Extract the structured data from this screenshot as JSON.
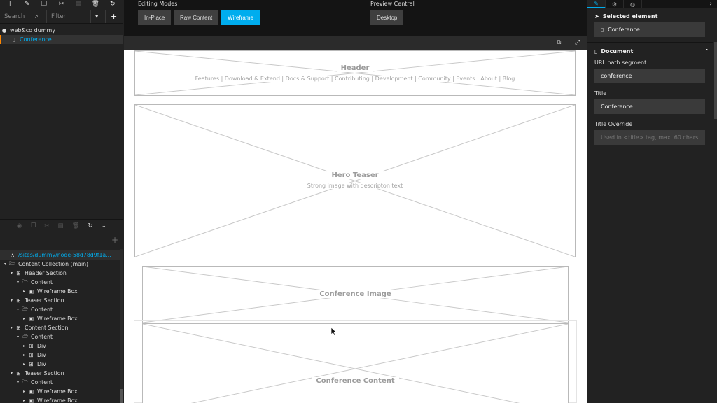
{
  "left": {
    "search_placeholder": "Search",
    "filter_placeholder": "Filter",
    "site_node": "web&co dummy",
    "page_node": "Conference"
  },
  "structure_tree": [
    {
      "label": "/sites/dummy/node-58d78d9f1a...",
      "depth": 0,
      "icon": "sitemap-icon",
      "arrow": ""
    },
    {
      "label": "Content Collection (main)",
      "depth": 0,
      "icon": "folder-open-icon",
      "arrow": "▾"
    },
    {
      "label": "Header Section",
      "depth": 1,
      "icon": "section-icon",
      "arrow": "▾"
    },
    {
      "label": "Content",
      "depth": 2,
      "icon": "folder-open-icon",
      "arrow": "▾"
    },
    {
      "label": "Wireframe Box",
      "depth": 3,
      "icon": "image-icon",
      "arrow": "▸"
    },
    {
      "label": "Teaser Section",
      "depth": 1,
      "icon": "section-icon",
      "arrow": "▾"
    },
    {
      "label": "Content",
      "depth": 2,
      "icon": "folder-open-icon",
      "arrow": "▾"
    },
    {
      "label": "Wireframe Box",
      "depth": 3,
      "icon": "image-icon",
      "arrow": "▸"
    },
    {
      "label": "Content Section",
      "depth": 1,
      "icon": "section-icon",
      "arrow": "▾"
    },
    {
      "label": "Content",
      "depth": 2,
      "icon": "folder-open-icon",
      "arrow": "▾"
    },
    {
      "label": "Div",
      "depth": 3,
      "icon": "section-icon",
      "arrow": "▸"
    },
    {
      "label": "Div",
      "depth": 3,
      "icon": "section-icon",
      "arrow": "▸"
    },
    {
      "label": "Div",
      "depth": 3,
      "icon": "section-icon",
      "arrow": "▸"
    },
    {
      "label": "Teaser Section",
      "depth": 1,
      "icon": "section-icon",
      "arrow": "▾"
    },
    {
      "label": "Content",
      "depth": 2,
      "icon": "folder-open-icon",
      "arrow": "▾"
    },
    {
      "label": "Wireframe Box",
      "depth": 3,
      "icon": "image-icon",
      "arrow": "▸"
    },
    {
      "label": "Wireframe Box",
      "depth": 3,
      "icon": "image-icon",
      "arrow": "▸"
    }
  ],
  "topbar": {
    "editing_modes_title": "Editing Modes",
    "mode_inplace": "In-Place",
    "mode_raw": "Raw Content",
    "mode_wireframe": "Wireframe",
    "preview_title": "Preview Central",
    "preview_desktop": "Desktop"
  },
  "canvas": {
    "header_title": "Header",
    "header_nav": "Features | Download & Extend | Docs & Support | Contributing | Development | Community | Events | About | Blog",
    "hero_title": "Hero Teaser",
    "hero_sub": "Strong image with descripton text",
    "conf_image_title": "Conference Image",
    "conf_content_title": "Conference Content"
  },
  "inspector": {
    "selected_title": "Selected element",
    "selected_value": "Conference",
    "document_title": "Document",
    "url_label": "URL path segment",
    "url_value": "conference",
    "title_label": "Title",
    "title_value": "Conference",
    "override_label": "Title Override",
    "override_placeholder": "Used in <title> tag, max. 60 chars"
  },
  "colors": {
    "accent": "#00adee",
    "active_marker": "#ff8700"
  }
}
